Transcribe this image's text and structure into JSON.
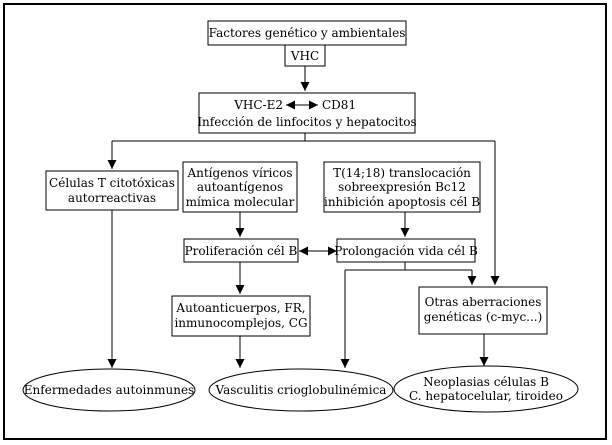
{
  "colors": {
    "line": "#000000",
    "background": "#ffffff"
  },
  "nodes": {
    "factores": {
      "lines": [
        "Factores genético y ambientales"
      ]
    },
    "vhc": {
      "lines": [
        "VHC"
      ]
    },
    "vhc_e2": {
      "line1_left": "VHC-E2",
      "line1_right": "CD81",
      "line2": "Infección de linfocitos y hepatocitos"
    },
    "celulas_t": {
      "lines": [
        "Células T citotóxicas",
        "autorreactivas"
      ]
    },
    "antigenos": {
      "lines": [
        "Antígenos víricos",
        "autoantígenos",
        "mímica molecular"
      ]
    },
    "translocacion": {
      "lines": [
        "T(14;18) translocación",
        "sobreexpresión Bc12",
        "inhibición apoptosis cél B"
      ]
    },
    "proliferacion": {
      "lines": [
        "Proliferación cél B"
      ]
    },
    "prolongacion": {
      "lines": [
        "Prolongación vida cél B"
      ]
    },
    "autoanticuerpos": {
      "lines": [
        "Autoanticuerpos, FR,",
        "inmunocomplejos, CG"
      ]
    },
    "otras": {
      "lines": [
        "Otras aberraciones",
        "genéticas (c-myc...)"
      ]
    },
    "enfermedades": {
      "lines": [
        "Enfermedades autoinmunes"
      ]
    },
    "vasculitis": {
      "lines": [
        "Vasculitis crioglobulinémica"
      ]
    },
    "neoplasias": {
      "lines": [
        "Neoplasias células B",
        "C. hepatocelular, tiroideo"
      ]
    }
  }
}
